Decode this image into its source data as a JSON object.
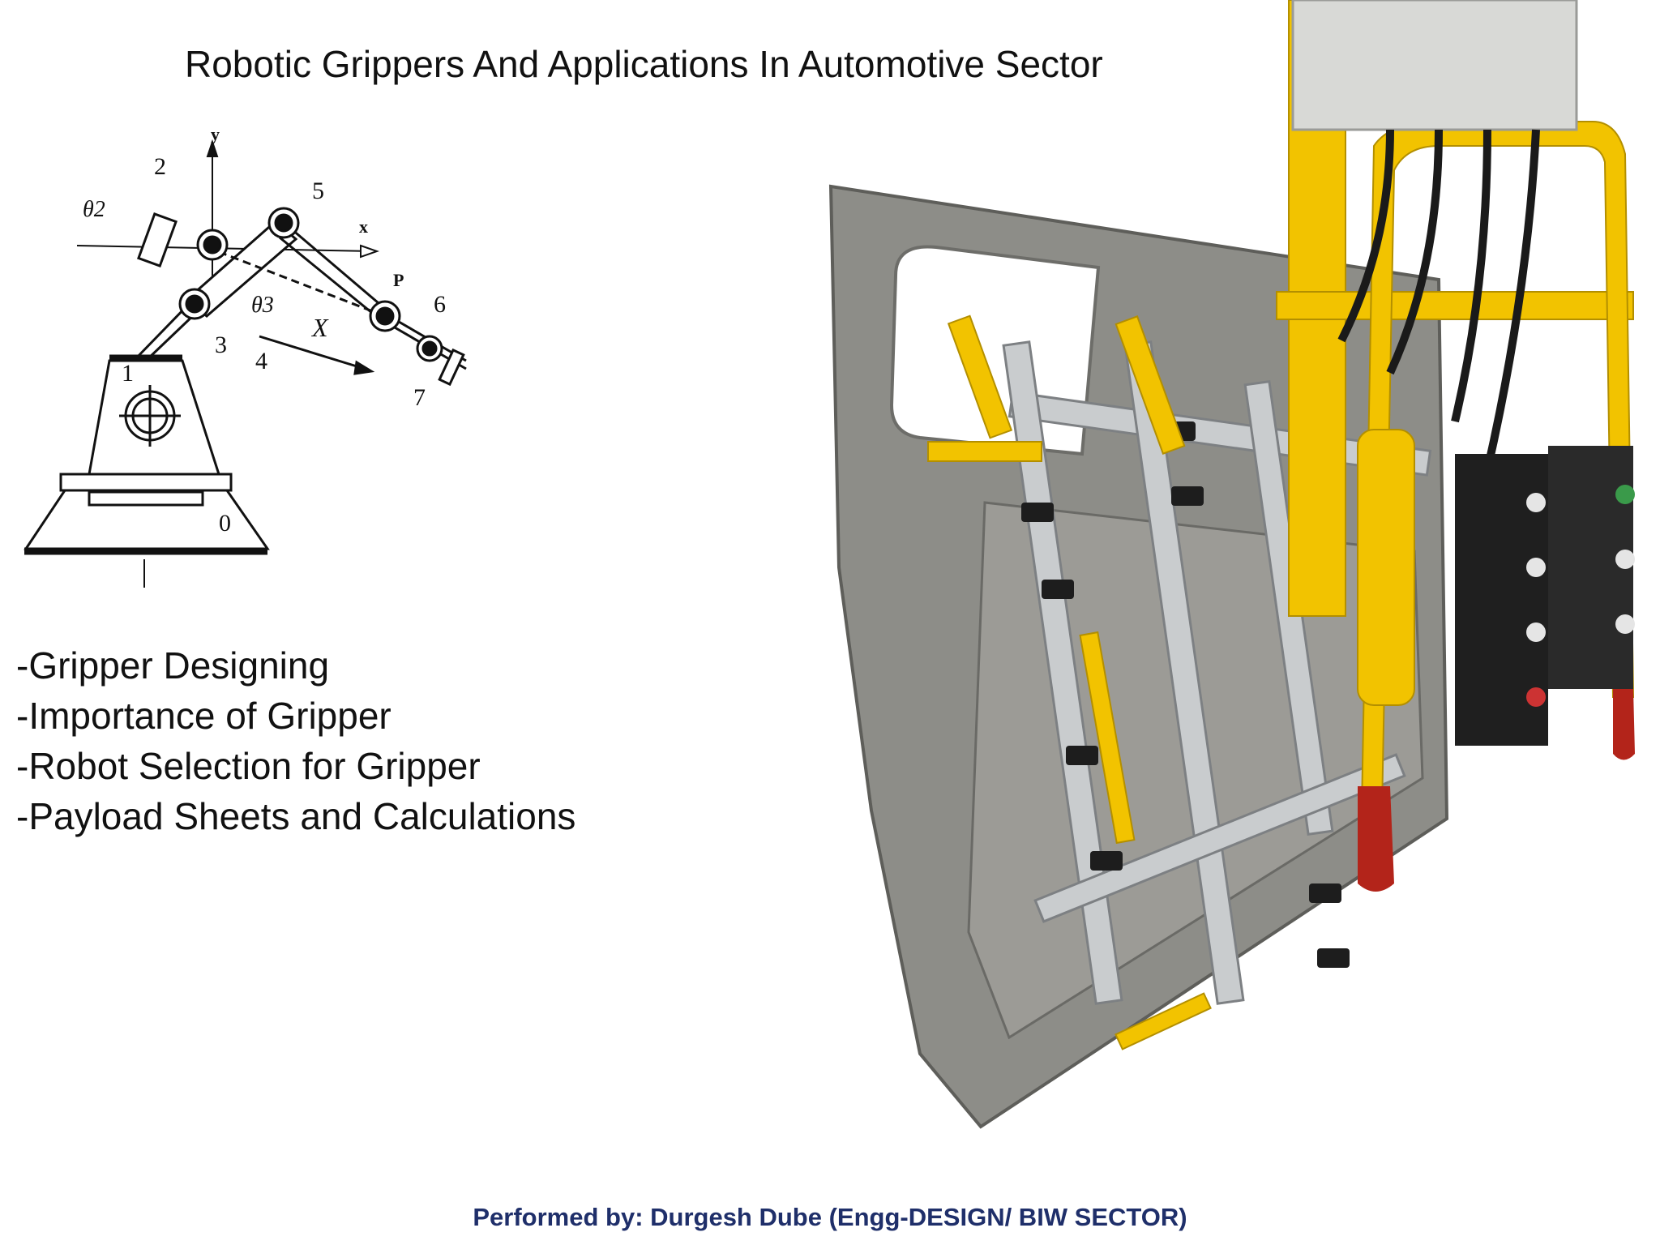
{
  "slide": {
    "title": "Robotic Grippers And Applications In Automotive Sector",
    "diagram": {
      "labels": {
        "axis_y": "y",
        "axis_x": "x",
        "theta2": "θ2",
        "theta3": "θ3",
        "point_p": "P",
        "distance_x": "X",
        "n0": "0",
        "n1": "1",
        "n2": "2",
        "n3": "3",
        "n4": "4",
        "n5": "5",
        "n6": "6",
        "n7": "7"
      }
    },
    "bullets": [
      "-Gripper Designing",
      "-Importance of Gripper",
      "-Robot Selection for Gripper",
      "-Payload Sheets and Calculations"
    ],
    "footer": "Performed by: Durgesh Dube (Engg-DESIGN/ BIW SECTOR)"
  },
  "colors": {
    "footer_text": "#1f2f6a",
    "gripper_frame": "#f2c300",
    "sheet_metal": "#8d8d88",
    "aluminium_profile": "#c9ccce"
  }
}
